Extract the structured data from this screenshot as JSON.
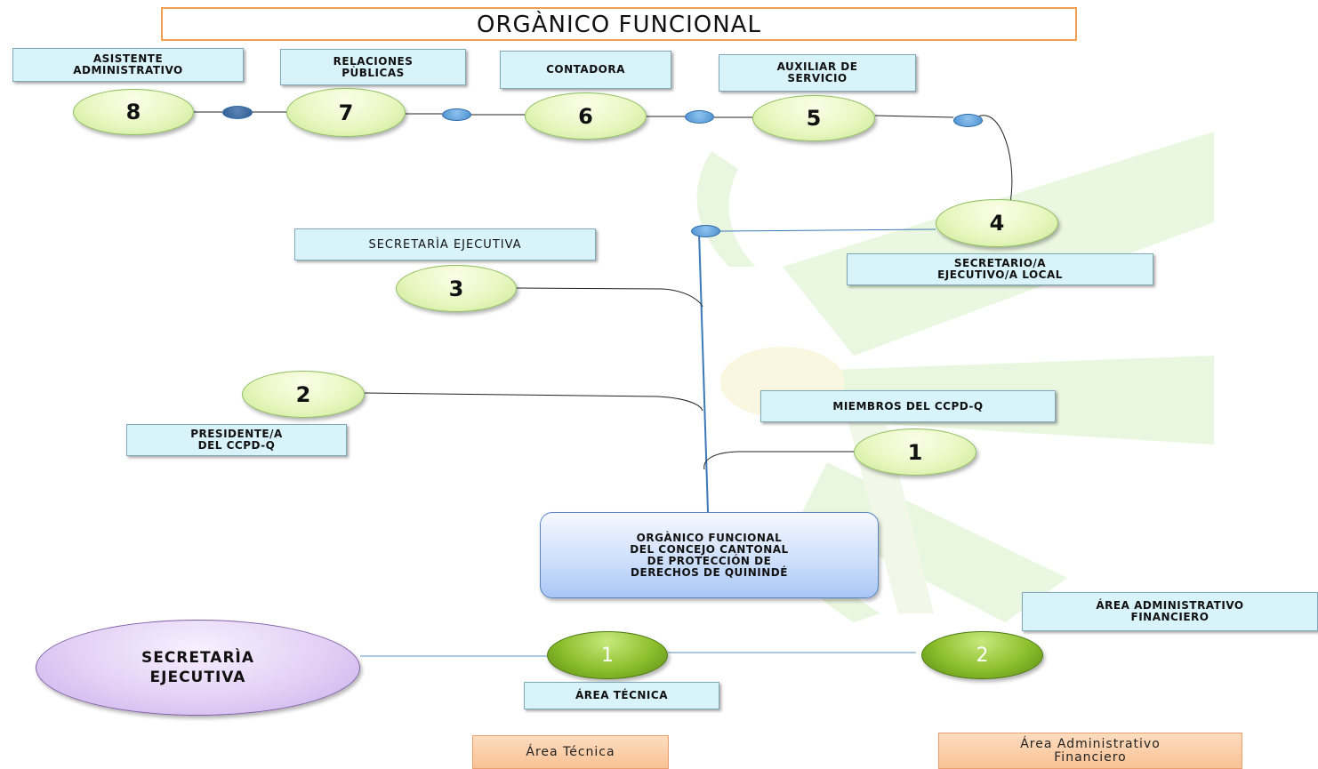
{
  "title": "ORGÀNICO FUNCIONAL",
  "positions": [
    {
      "number": "8",
      "label": "ASISTENTE\nADMINISTRATIVO"
    },
    {
      "number": "7",
      "label": "RELACIONES\nPÙBLICAS"
    },
    {
      "number": "6",
      "label": "CONTADORA"
    },
    {
      "number": "5",
      "label": "AUXILIAR DE\nSERVICIO"
    },
    {
      "number": "4",
      "label": "SECRETARIO/A\nEJECUTIVO/A LOCAL"
    },
    {
      "number": "3",
      "label": "SECRETARÌA EJECUTIVA"
    },
    {
      "number": "2",
      "label": "PRESIDENTE/A\nDEL CCPD-Q"
    },
    {
      "number": "1",
      "label": "MIEMBROS DEL CCPD-Q"
    }
  ],
  "center": "ORGÀNICO FUNCIONAL\nDEL CONCEJO CANTONAL\nDE PROTECCIÓN DE\nDERECHOS DE QUININDÉ",
  "lower": {
    "root": "SECRETARÌA\nEJECUTIVA",
    "area1_number": "1",
    "area1_label": "ÁREA TÉCNICA",
    "area2_number": "2",
    "area2_label": "ÁREA ADMINISTRATIVO\nFINANCIERO"
  },
  "footer": {
    "left": "Área Técnica",
    "right": "Área Administrativo\nFinanciero"
  },
  "colors": {
    "title_border": "#f0a050",
    "label_fill": "#d9f3fb",
    "bubble_fill": "#e8f7c0",
    "green_bubble": "#8cbf2c",
    "dot_blue": "#4b8fd0",
    "purple": "#e2d0f5",
    "orange": "#fbcfa8",
    "watermark": "#d8f0c8"
  }
}
